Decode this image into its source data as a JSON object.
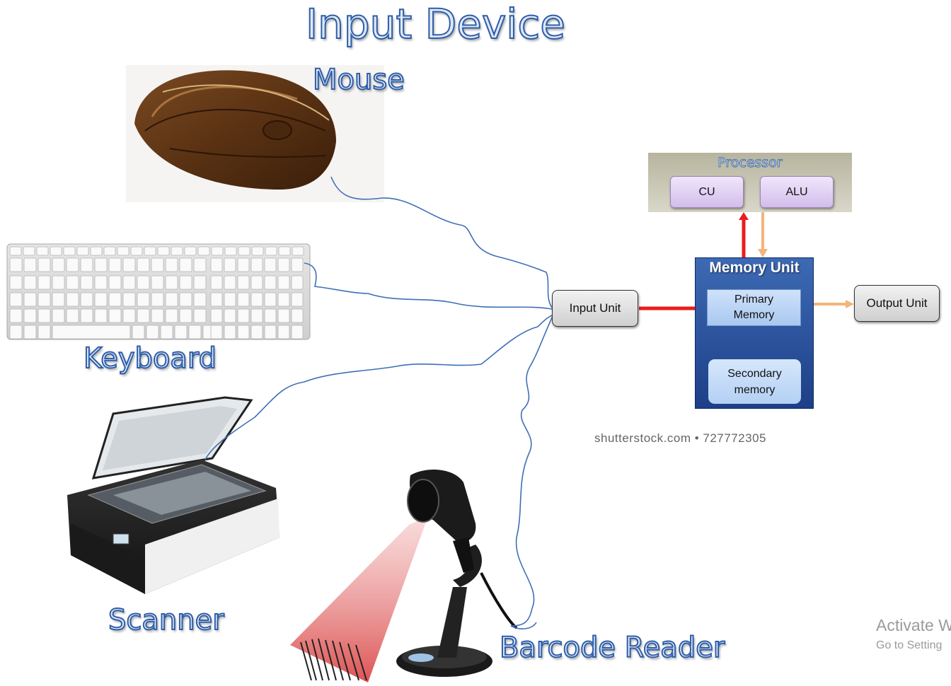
{
  "title": "Input Device",
  "devices": {
    "mouse": "Mouse",
    "keyboard": "Keyboard",
    "scanner": "Scanner",
    "barcode": "Barcode Reader"
  },
  "diagram": {
    "processor": "Processor",
    "cu": "CU",
    "alu": "ALU",
    "memory_unit": "Memory Unit",
    "primary_memory": "Primary Memory",
    "secondary_memory": "Secondary memory",
    "input_unit": "Input Unit",
    "output_unit": "Output Unit"
  },
  "watermark": "shutterstock.com • 727772305",
  "os_notice": {
    "line1": "Activate W",
    "line2": "Go to Setting"
  },
  "colors": {
    "title_fill": "#dfe8f8",
    "title_stroke": "#2f5ea7",
    "cable": "#3f6fb5",
    "arrow_red": "#e81e1e",
    "arrow_orange": "#f5b47a",
    "memory_unit_bg": "#2b53a0"
  }
}
